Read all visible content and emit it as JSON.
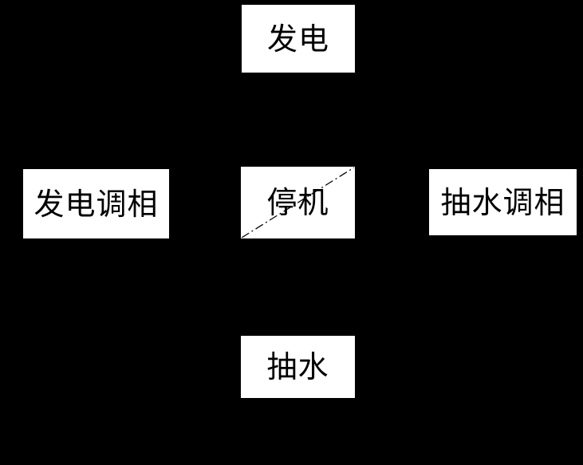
{
  "diagram": {
    "title": "",
    "background_color": "#000000",
    "node_fill_color": "#ffffff",
    "node_text_color": "#000000",
    "type": "state-diagram",
    "nodes": [
      {
        "id": "generation",
        "label": "发电",
        "position": "top",
        "diagonal": false
      },
      {
        "id": "generation-phase",
        "label": "发电调相",
        "position": "left",
        "diagonal": false
      },
      {
        "id": "stop",
        "label": "停机",
        "position": "center",
        "diagonal": true
      },
      {
        "id": "pumping-phase",
        "label": "抽水调相",
        "position": "right",
        "diagonal": false
      },
      {
        "id": "pumping",
        "label": "抽水",
        "position": "bottom",
        "diagonal": false
      }
    ]
  }
}
